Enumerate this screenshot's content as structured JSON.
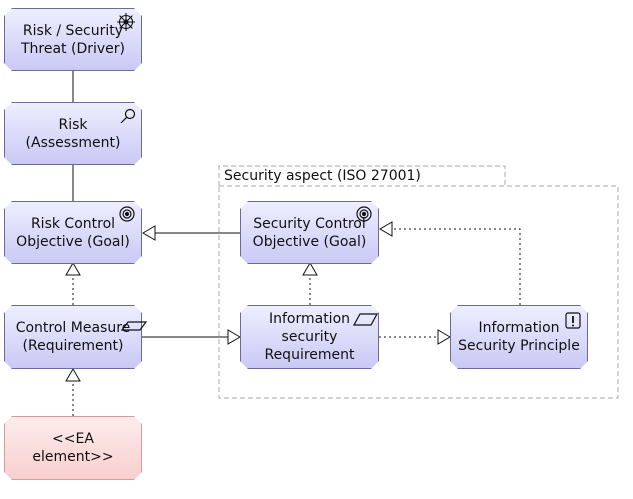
{
  "package": {
    "label": "Security aspect (ISO 27001)"
  },
  "nodes": {
    "risk_threat": {
      "label": "Risk / Security\nThreat (Driver)",
      "icon": "driver-wheel-icon"
    },
    "risk_assessment": {
      "label": "Risk (Assessment)",
      "icon": "magnifier-icon"
    },
    "risk_control_objective": {
      "label": "Risk Control\nObjective (Goal)",
      "icon": "goal-target-icon"
    },
    "control_measure": {
      "label": "Control Measure\n(Requirement)",
      "icon": "requirement-parallelogram-icon"
    },
    "ea_element": {
      "label": "<<EA element>>"
    },
    "security_control_objective": {
      "label": "Security Control\nObjective (Goal)",
      "icon": "goal-target-icon"
    },
    "information_security_requirement": {
      "label": "Information\nsecurity\nRequirement",
      "icon": "requirement-parallelogram-icon"
    },
    "information_security_principle": {
      "label": "Information\nSecurity Principle",
      "icon": "principle-exclamation-icon"
    }
  },
  "colors": {
    "node_fill_top": "#eeeeff",
    "node_fill_bottom": "#c9c9f5",
    "node_border": "#6b6b9a",
    "ea_fill": "#f7cfcf",
    "line": "#111111",
    "package_border": "#a8a8a8"
  }
}
